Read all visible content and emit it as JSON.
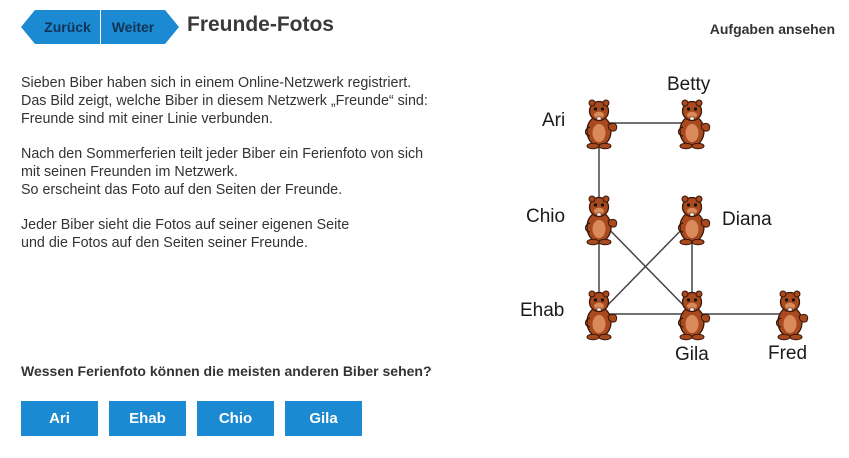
{
  "nav": {
    "back_label": "Zurück",
    "next_label": "Weiter"
  },
  "header": {
    "title": "Freunde-Fotos",
    "tasks_link": "Aufgaben ansehen"
  },
  "paragraphs": [
    "Sieben Biber haben sich in einem Online-Netzwerk registriert.\nDas Bild zeigt, welche Biber in diesem Netzwerk „Freunde“ sind:\nFreunde sind mit einer Linie verbunden.",
    "Nach den Sommerferien teilt jeder Biber ein Ferienfoto von sich\nmit seinen Freunden im Netzwerk.\nSo erscheint das Foto auf den Seiten der Freunde.",
    "Jeder Biber sieht die Fotos auf seiner eigenen Seite\nund die Fotos auf den Seiten seiner Freunde."
  ],
  "question": "Wessen Ferienfoto können die meisten anderen Biber sehen?",
  "answers": [
    "Ari",
    "Ehab",
    "Chio",
    "Gila"
  ],
  "graph": {
    "nodes": [
      "Ari",
      "Betty",
      "Chio",
      "Diana",
      "Ehab",
      "Gila",
      "Fred"
    ],
    "edges": [
      [
        "Ari",
        "Betty"
      ],
      [
        "Ari",
        "Chio"
      ],
      [
        "Chio",
        "Ehab"
      ],
      [
        "Chio",
        "Gila"
      ],
      [
        "Diana",
        "Ehab"
      ],
      [
        "Diana",
        "Gila"
      ],
      [
        "Ehab",
        "Gila"
      ],
      [
        "Gila",
        "Fred"
      ]
    ]
  },
  "colors": {
    "accent": "#1c8ad2",
    "nav_text": "#113355",
    "beaver": "#a84a1e"
  }
}
